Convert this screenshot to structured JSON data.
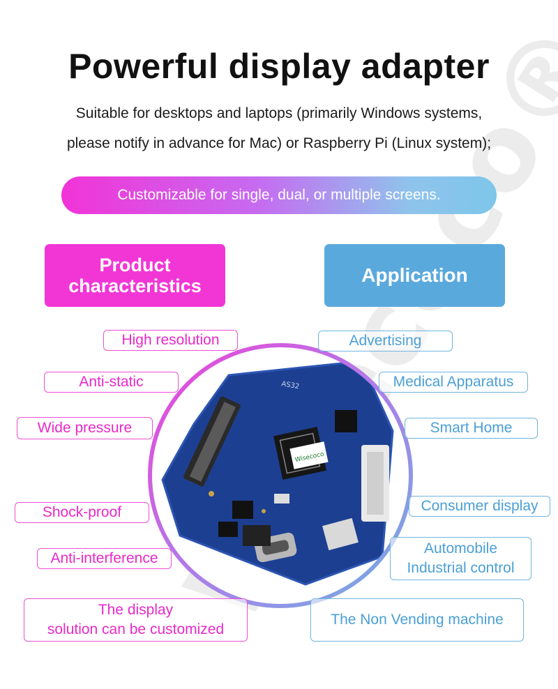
{
  "title": "Powerful display adapter",
  "subtitle_line1": "Suitable for desktops and laptops (primarily Windows systems,",
  "subtitle_line2": "please notify in advance for Mac) or Raspberry Pi (Linux system);",
  "banner": "Customizable for single, dual, or multiple screens.",
  "product_heading_line1": "Product",
  "product_heading_line2": "characteristics",
  "application_heading": "Application",
  "features": [
    "High resolution",
    "Anti-static",
    "Wide pressure",
    "Shock-proof",
    "Anti-interference",
    "The display",
    "solution can be customized"
  ],
  "applications": [
    "Advertising",
    "Medical Apparatus",
    "Smart Home",
    "Consumer display",
    "Automobile",
    "Industrial control",
    "The Non Vending machine"
  ],
  "board": {
    "chip_brand": "Wisecoco",
    "silk_code": "AS32"
  },
  "colors": {
    "pink": "#f236d6",
    "blue": "#5aa9dc",
    "board": "#1d3f92"
  }
}
